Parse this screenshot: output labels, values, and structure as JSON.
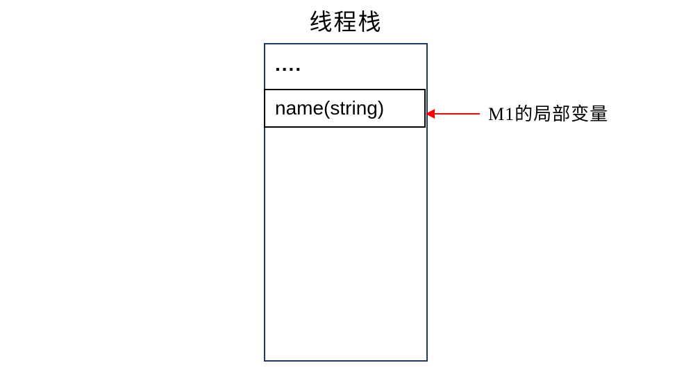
{
  "diagram": {
    "title": "线程栈",
    "stack": {
      "cells": [
        {
          "label": "...."
        },
        {
          "label": "name(string)"
        }
      ]
    },
    "annotation": {
      "label": "M1的局部变量",
      "arrow_direction": "left",
      "arrow_color": "#ff0000"
    },
    "colors": {
      "outer_border": "#1f3864",
      "cell_border": "#000000",
      "text": "#000000",
      "background": "#ffffff"
    }
  }
}
